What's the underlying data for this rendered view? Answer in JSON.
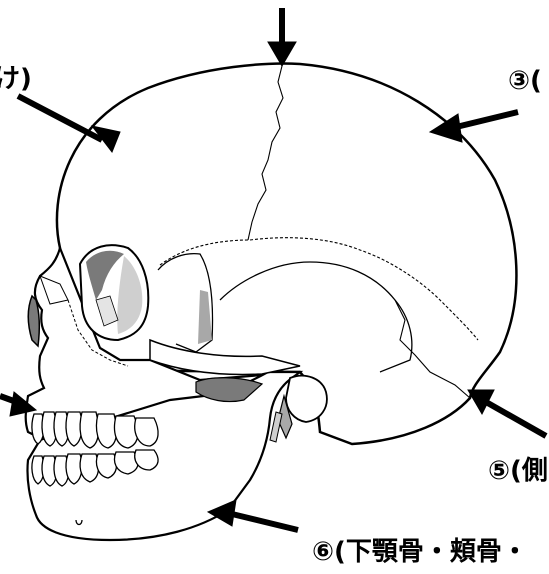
{
  "labels": {
    "top_left": "け)",
    "label_3": "③(",
    "label_5": "⑤(側",
    "label_6": "⑥(下顎骨・頬骨・"
  },
  "colors": {
    "stroke": "#000000",
    "bone": "#ffffff",
    "shadow_dark": "#7a7a7a",
    "shadow_mid": "#a8a8a8",
    "shadow_light": "#cfcfcf"
  }
}
